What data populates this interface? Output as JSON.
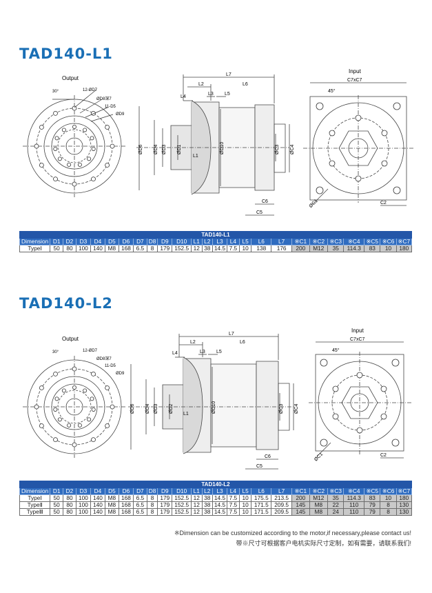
{
  "section1": {
    "title": "TAD140-L1",
    "output_label": "Output",
    "input_label": "Input",
    "dims": {
      "l7": "L7",
      "l2": "L2",
      "l6": "L6",
      "l4": "L4",
      "l3": "L3",
      "l5": "L5",
      "l1": "L1",
      "d1": "ØD1",
      "d2": "ØD2",
      "d3": "ØD3",
      "d4": "ØD4",
      "d6": "ØD6",
      "d10": "ØD10",
      "c3": "ØC3",
      "c4": "ØC4",
      "c5": "C5",
      "c6": "C6",
      "c7": "C7xC7",
      "c1": "ØC1",
      "c2": "C2",
      "deg45": "45°",
      "deg30": "30°",
      "d7": "12-ØD7",
      "d8": "ØD8深7",
      "d5": "11-D5",
      "d9": "ØD9"
    },
    "table": {
      "caption": "TAD140-L1",
      "headers": [
        "Dimension",
        "D1",
        "D2",
        "D3",
        "D4",
        "D5",
        "D6",
        "D7",
        "D8",
        "D9",
        "D10",
        "L1",
        "L2",
        "L3",
        "L4",
        "L5",
        "L6",
        "L7",
        "※C1",
        "※C2",
        "※C3",
        "※C4",
        "※C5",
        "※C6",
        "※C7"
      ],
      "rows": [
        [
          "TypeⅠ",
          "50",
          "80",
          "100",
          "140",
          "M8",
          "168",
          "6.5",
          "8",
          "179",
          "152.5",
          "12",
          "38",
          "14.5",
          "7.5",
          "10",
          "138",
          "176",
          "200",
          "M12",
          "35",
          "114.3",
          "83",
          "10",
          "180"
        ]
      ]
    }
  },
  "section2": {
    "title": "TAD140-L2",
    "output_label": "Output",
    "input_label": "Input",
    "dims": {
      "l7": "L7",
      "l2": "L2",
      "l6": "L6",
      "l4": "L4",
      "l3": "L3",
      "l5": "L5",
      "l1": "L1",
      "d1": "ØD1",
      "d2": "ØD2",
      "d3": "ØD3",
      "d4": "ØD4",
      "d6": "ØD6",
      "d10": "ØD10",
      "c3": "ØC3",
      "c4": "ØC4",
      "c5": "C5",
      "c6": "C6",
      "c7": "C7xC7",
      "c1": "ØC1",
      "c2": "C2",
      "deg45": "45°",
      "deg30": "30°",
      "d7": "12-ØD7",
      "d8": "ØD8深7",
      "d5": "11-D5",
      "d9": "ØD9"
    },
    "table": {
      "caption": "TAD140-L2",
      "headers": [
        "Dimension",
        "D1",
        "D2",
        "D3",
        "D4",
        "D5",
        "D6",
        "D7",
        "D8",
        "D9",
        "D10",
        "L1",
        "L2",
        "L3",
        "L4",
        "L5",
        "L6",
        "L7",
        "※C1",
        "※C2",
        "※C3",
        "※C4",
        "※C5",
        "※C6",
        "※C7"
      ],
      "rows": [
        [
          "TypeⅠ",
          "50",
          "80",
          "100",
          "140",
          "M8",
          "168",
          "6.5",
          "8",
          "179",
          "152.5",
          "12",
          "38",
          "14.5",
          "7.5",
          "10",
          "175.5",
          "213.5",
          "200",
          "M12",
          "35",
          "114.3",
          "83",
          "10",
          "180"
        ],
        [
          "TypeⅡ",
          "50",
          "80",
          "100",
          "140",
          "M8",
          "168",
          "6.5",
          "8",
          "179",
          "152.5",
          "12",
          "38",
          "14.5",
          "7.5",
          "10",
          "171.5",
          "209.5",
          "145",
          "M8",
          "22",
          "110",
          "79",
          "8",
          "130"
        ],
        [
          "TypeⅢ",
          "50",
          "80",
          "100",
          "140",
          "M8",
          "168",
          "6.5",
          "8",
          "179",
          "152.5",
          "12",
          "38",
          "14.5",
          "7.5",
          "10",
          "171.5",
          "209.5",
          "145",
          "M8",
          "24",
          "110",
          "79",
          "8",
          "130"
        ]
      ]
    }
  },
  "footer": {
    "note_en": "※Dimension can be customized according to the motor,if necessary,please contact us!",
    "note_cn": "带※尺寸可根据客户电机实际尺寸定制，如有需要，请联系我们!"
  }
}
